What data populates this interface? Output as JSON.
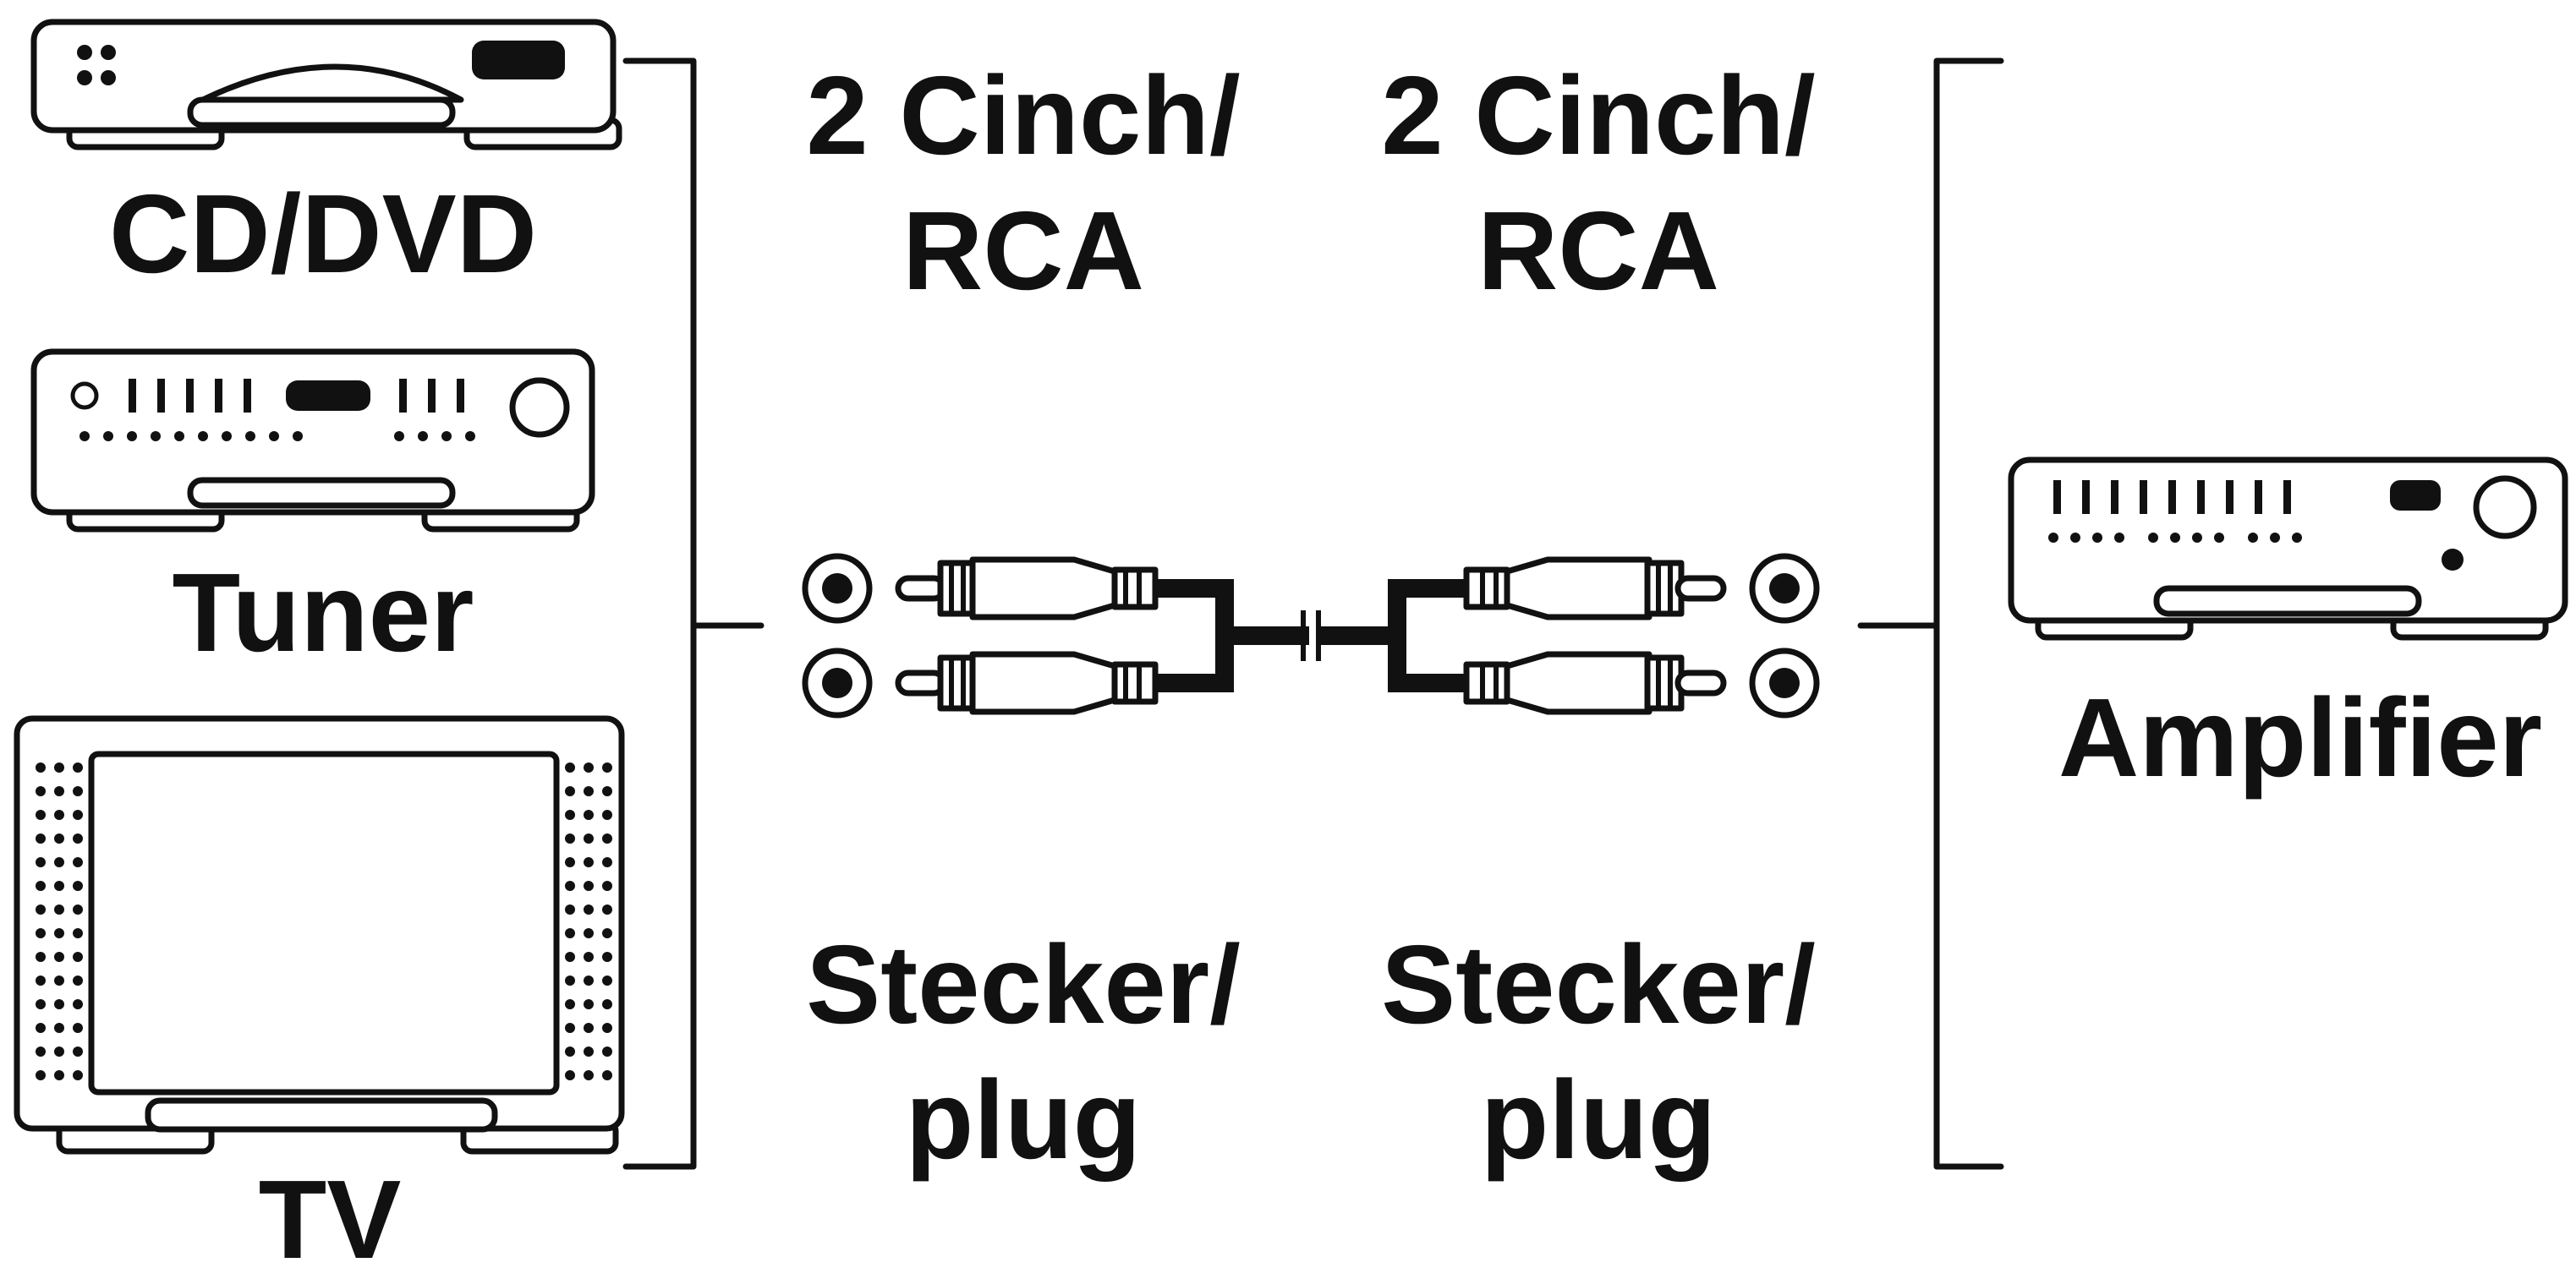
{
  "devices": {
    "cd_dvd": "CD/DVD",
    "tuner": "Tuner",
    "tv": "TV",
    "amplifier": "Amplifier"
  },
  "connectors": {
    "left_top_line1": "2 Cinch/",
    "left_top_line2": "RCA",
    "right_top_line1": "2 Cinch/",
    "right_top_line2": "RCA",
    "left_bottom_line1": "Stecker/",
    "left_bottom_line2": "plug",
    "right_bottom_line1": "Stecker/",
    "right_bottom_line2": "plug"
  },
  "colors": {
    "ink": "#111111",
    "background": "#ffffff"
  }
}
